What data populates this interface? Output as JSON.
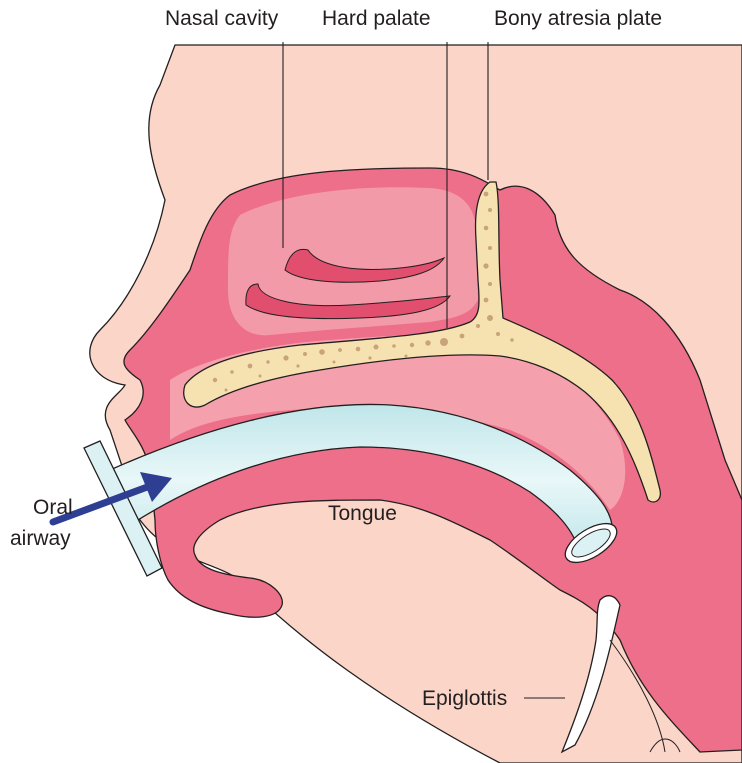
{
  "labels": {
    "nasal_cavity": "Nasal cavity",
    "hard_palate": "Hard palate",
    "bony_atresia_plate": "Bony atresia plate",
    "oral": "Oral",
    "airway": "airway",
    "tongue": "Tongue",
    "epiglottis": "Epiglottis"
  },
  "colors": {
    "skin": "#fad5c8",
    "tissue": "#ee6f89",
    "cavity": "#f4a1ad",
    "bone": "#f6e2b0",
    "bone_speckle": "#c9a37a",
    "airway_tube": "#dcf1f3",
    "arrow": "#2e3f93",
    "line": "#231f20"
  },
  "icons": {
    "arrow": "blue-arrow-icon"
  }
}
